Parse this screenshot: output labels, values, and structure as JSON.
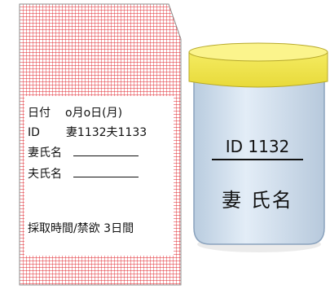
{
  "sample_label": {
    "date_label": "日付",
    "date_value": "o月o日(月)",
    "id_label": "ID",
    "id_value": "妻1132夫1133",
    "wife_name_label": "妻氏名",
    "husband_name_label": "夫氏名",
    "collection_info": "採取時間/禁欲  3日間",
    "pattern_color": "#e0222a"
  },
  "sample_cup": {
    "id_text": "ID  1132",
    "name_text": "妻 氏名",
    "lid_color": "#f2e84a",
    "body_color": "#d6e4f2",
    "outline_color": "#8aa2bd"
  }
}
